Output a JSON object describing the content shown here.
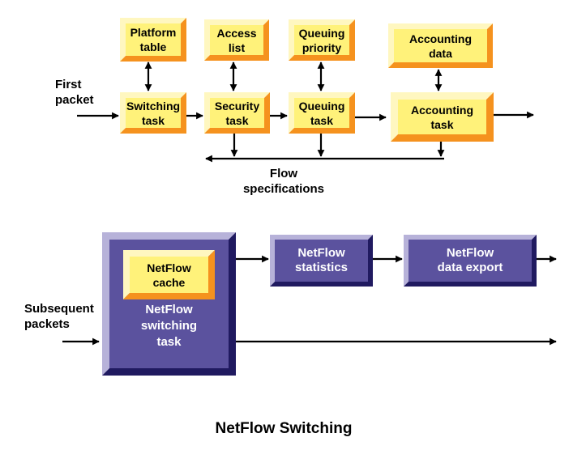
{
  "colors": {
    "yellow_face": "#fff27a",
    "yellow_light": "#fff7c0",
    "orange_edge": "#f5921e",
    "purple_face": "#5b529e",
    "purple_light": "#b7b2d9",
    "purple_dark": "#201a60",
    "line": "#000000"
  },
  "top_diagram": {
    "input_label": "First\npacket",
    "boxes": {
      "platform_table": "Platform\ntable",
      "access_list": "Access\nlist",
      "queuing_priority": "Queuing\npriority",
      "accounting_data": "Accounting\ndata",
      "switching_task": "Switching\ntask",
      "security_task": "Security\ntask",
      "queuing_task": "Queuing\ntask",
      "accounting_task": "Accounting\ntask"
    },
    "flow_label": "Flow\nspecifications"
  },
  "bottom_diagram": {
    "input_label": "Subsequent\npackets",
    "netflow_cache": "NetFlow\ncache",
    "netflow_switching_task": "NetFlow\nswitching\ntask",
    "netflow_statistics": "NetFlow\nstatistics",
    "netflow_data_export": "NetFlow\ndata export"
  },
  "caption": "NetFlow Switching"
}
